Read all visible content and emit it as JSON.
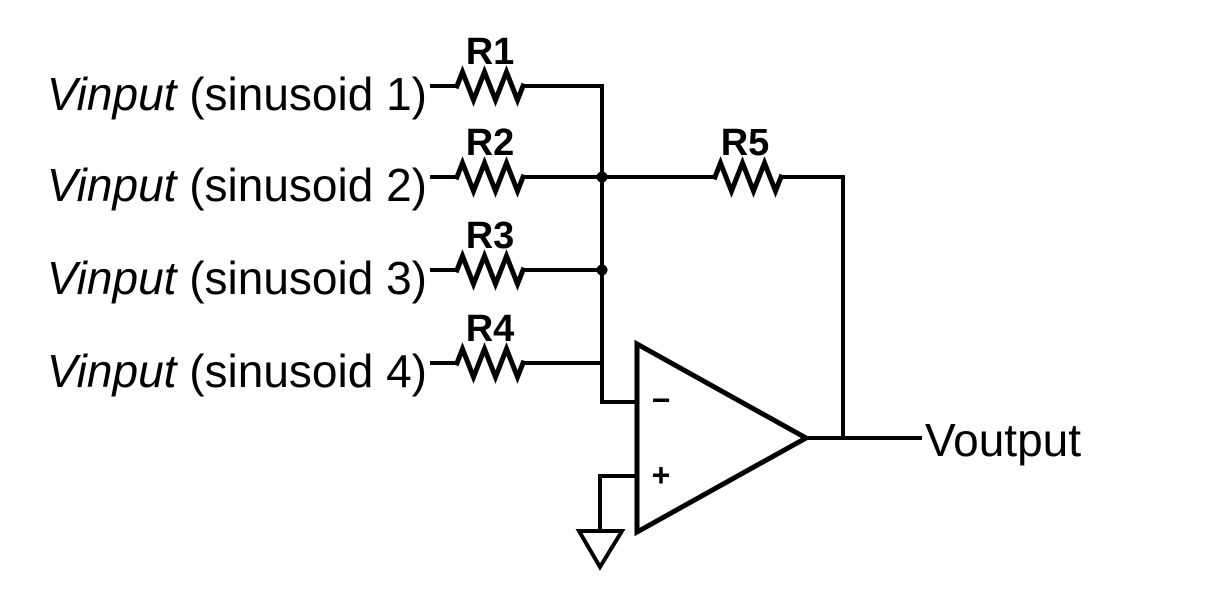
{
  "colors": {
    "stroke": "#000000",
    "background": "#ffffff"
  },
  "inputs": [
    {
      "label": "Vinput",
      "suffix": " (sinusoid 1)",
      "resistor": "R1"
    },
    {
      "label": "Vinput",
      "suffix": " (sinusoid 2)",
      "resistor": "R2"
    },
    {
      "label": "Vinput",
      "suffix": " (sinusoid 3)",
      "resistor": "R3"
    },
    {
      "label": "Vinput",
      "suffix": " (sinusoid 4)",
      "resistor": "R4"
    }
  ],
  "feedback": {
    "resistor": "R5"
  },
  "opamp": {
    "inverting_label": "−",
    "noninverting_label": "+"
  },
  "output": {
    "label": "Voutput"
  }
}
